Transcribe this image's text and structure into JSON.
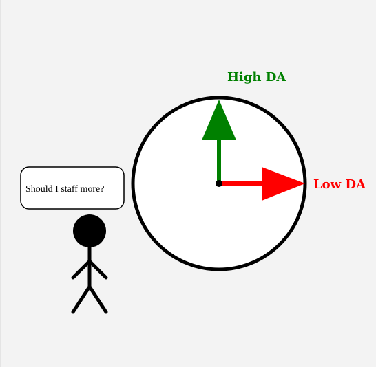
{
  "dial": {
    "high_label": "High DA",
    "low_label": "Low DA",
    "high_color": "#008000",
    "low_color": "#ff0000",
    "face_color": "#ffffff",
    "rim_color": "#000000"
  },
  "person": {
    "speech": "Should I staff more?",
    "figure_color": "#000000"
  }
}
